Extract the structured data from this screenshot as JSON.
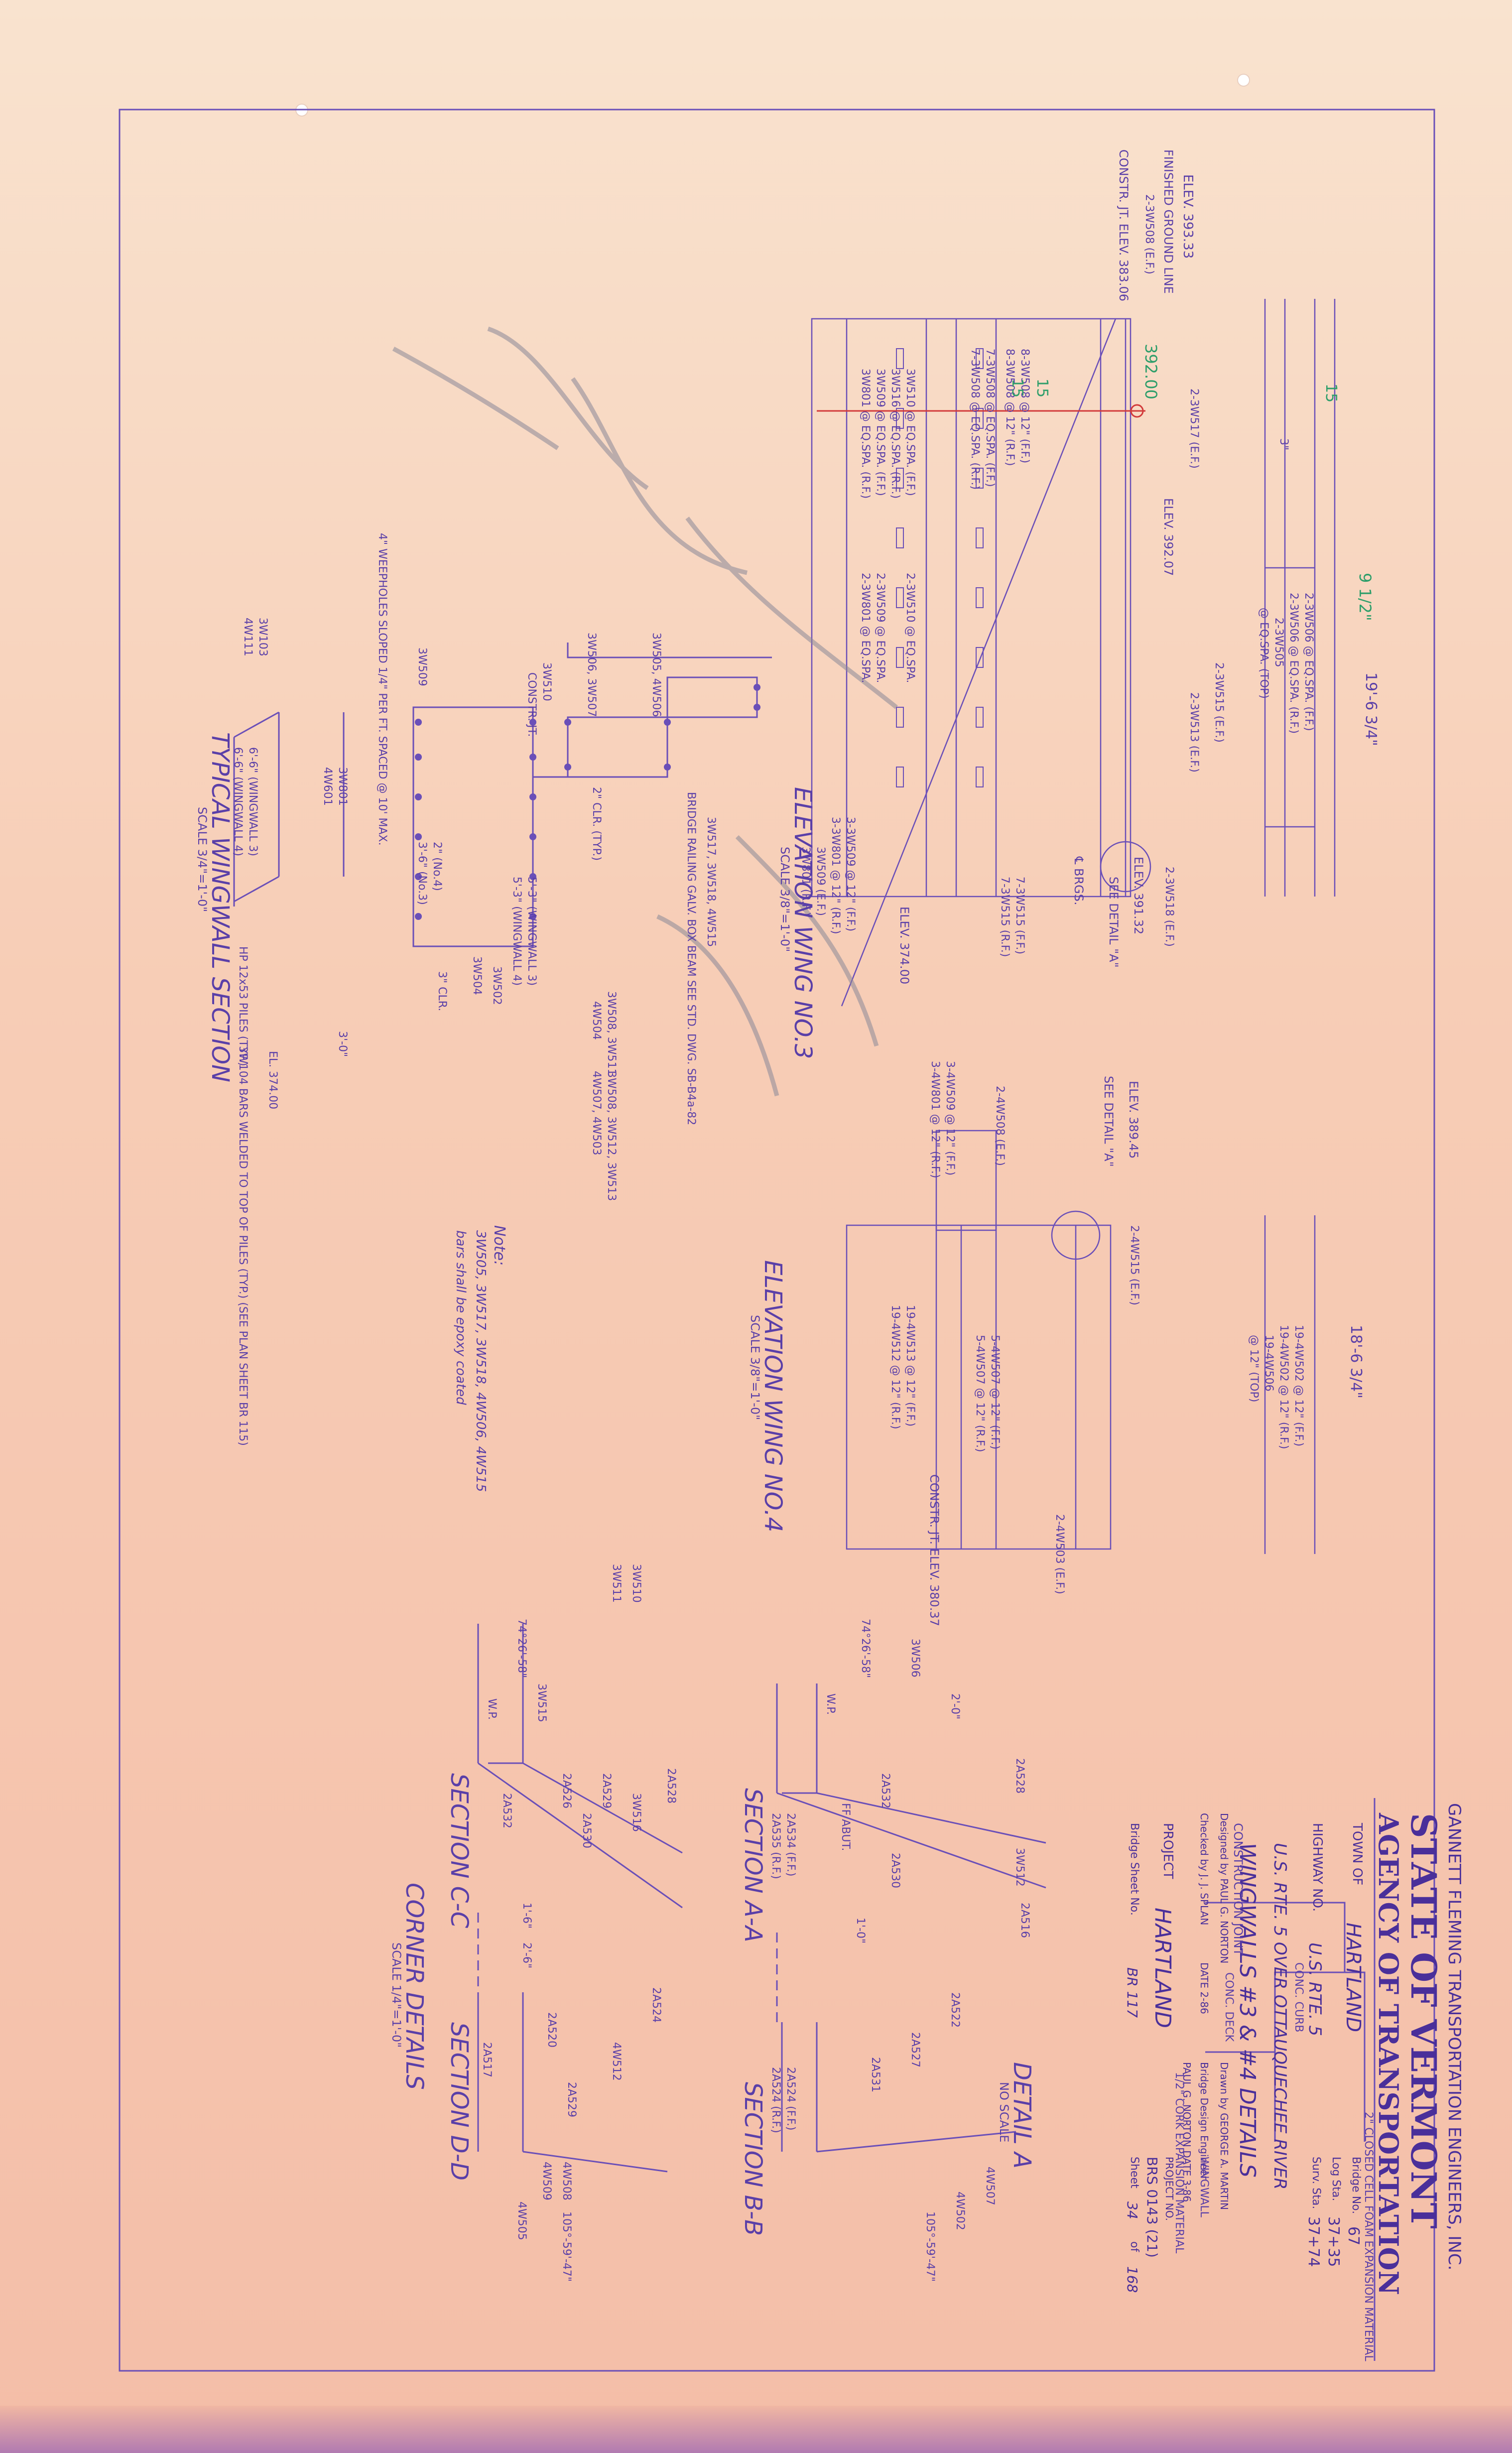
{
  "title_block": {
    "consultant": "GANNETT FLEMING TRANSPORTATION ENGINEERS, INC.",
    "agency_line1": "STATE OF VERMONT",
    "agency_line2": "AGENCY OF TRANSPORTATION",
    "town_label": "TOWN OF",
    "town": "HARTLAND",
    "bridge_no_label": "Bridge No.",
    "bridge_no": "67",
    "log_sta_label": "Log Sta.",
    "log_sta": "37+35",
    "highway_label": "HIGHWAY NO.",
    "highway": "U.S. RTE. 5",
    "survey_sta_label": "Surv. Sta.",
    "survey_sta": "37+74",
    "route_desc": "U.S. RTE. 5 OVER OTTAUQUECHEE RIVER",
    "sheet_title": "WINGWALLS #3 & #4 DETAILS",
    "designed_by": "Designed by PAUL G. NORTON",
    "drawn_by": "Drawn by GEORGE A. MARTIN",
    "checked_by": "Checked by J. J. SPLAN",
    "date_label": "DATE 2-86",
    "bridge_design_engineer": "Bridge Design Engineer",
    "checked_2": "PAUL G. NORTON DATE 3-86",
    "project_label": "PROJECT",
    "project": "HARTLAND",
    "project_no_label": "PROJECT NO.",
    "project_no": "BRS 0143 (21)",
    "bridge_sheet_label": "Bridge Sheet No.",
    "bridge_sheet": "BR 117",
    "sheet_label": "Sheet",
    "sheet": "34",
    "of_label": "of",
    "of": "168"
  },
  "views": {
    "elev3_title": "ELEVATION WING NO.3",
    "elev3_scale": "SCALE 3/8\"=1'-0\"",
    "elev4_title": "ELEVATION WING NO.4",
    "elev4_scale": "SCALE 3/8\"=1'-0\"",
    "typical_title": "TYPICAL WINGWALL SECTION",
    "typical_scale": "SCALE 3/4\"=1'-0\"",
    "section_aa": "SECTION A-A",
    "section_bb": "SECTION B-B",
    "section_cc": "SECTION C-C",
    "section_dd": "SECTION D-D",
    "corner_details": "CORNER DETAILS",
    "corner_scale": "SCALE 1/4\"=1'-0\"",
    "detail_a": "DETAIL A",
    "detail_a_scale": "NO SCALE"
  },
  "labels": {
    "elev_393_33": "ELEV. 393.33",
    "finished_ground": "FINISHED GROUND LINE",
    "constr_jt_elev_383": "CONSTR. JT. ELEV. 383.06",
    "elev_392_07": "ELEV. 392.07",
    "elev_391_32": "ELEV. 391.32",
    "elev_374_00": "ELEV. 374.00",
    "elev_389_45": "ELEV. 389.45",
    "constr_jt_elev_380": "CONSTR. JT. ELEV. 380.37",
    "dim_19_6": "19'-6 3/4\"",
    "dim_18_6": "18'-6 3/4\"",
    "see_detail_a": "SEE DETAIL \"A\"",
    "brgs": "℄ BRGS.",
    "construction_joint": "CONSTRUCTION JOINT",
    "closed_cell_foam": "2\" CLOSED CELL FOAM EXPANSION MATERIAL",
    "conc_curb": "CONC. CURB",
    "conc_deck": "CONC. DECK",
    "expansion_material": "1/2\" CORK EXPANSION MATERIAL",
    "wingwall": "WINGWALL",
    "weepholes": "4\" WEEPHOLES SLOPED 1/4\" PER FT. SPACED @ 10' MAX.",
    "bridge_railing": "BRIDGE RAILING GALV. BOX BEAM SEE STD. DWG. SB-B4a-82",
    "bars_welded": "3W104 BARS WELDED TO TOP OF PILES (TYP.) (SEE PLAN SHEET BR 115)",
    "hp_piles": "HP 12x53 PILES (TYP.)",
    "elev_374_typ": "EL. 374.00",
    "note_head": "Note:",
    "note_line1": "3W505, 3W517, 3W518, 4W506, 4W515",
    "note_line2": "bars shall be epoxy coated"
  },
  "bar_marks": {
    "e3_a": "2-3W506 @ EQ.SPA. (F.F.)",
    "e3_b": "2-3W506 @ EQ.SPA. (R.F.)",
    "e3_c": "2-3W505",
    "e3_d": "@ EQ.SPA. (TOP)",
    "e3_e": "2-3W517 (E.F.)",
    "e3_f": "2-3W508 (E.F.)",
    "e3_g": "8-3W508 @ 12\" (F.F.)",
    "e3_h": "8-3W508 @ 12\" (R.F.)",
    "e3_i": "7-3W508 @ EQ.SPA. (F.F.)",
    "e3_j": "7-3W508 @ EQ.SPA. (R.F.)",
    "e3_k": "3W510 @ EQ.SPA. (F.F.)",
    "e3_l": "3W516 @ EQ.SPA. (R.F.)",
    "e3_m": "3W509 @ EQ.SPA. (F.F.)",
    "e3_n": "3W801 @ EQ.SPA. (R.F.)",
    "e3_o": "2-3W510 @ EQ.SPA.",
    "e3_p": "2-3W509 @ EQ.SPA.",
    "e3_q": "2-3W801 @ EQ.SPA.",
    "e3_r": "3-3W509 @ 12\" (F.F.)",
    "e3_s": "3-3W801 @ 12\" (R.F.)",
    "e3_t": "3W509 (E.F.)",
    "e3_u": "3W801 (R.F.)",
    "e3_v": "2-3W513 (E.F.)",
    "e3_w": "2-3W515 (E.F.)",
    "e3_x": "2-3W518 (E.F.)",
    "e3_y": "7-3W515 (F.F.)",
    "e3_z": "7-3W515 (R.F.)",
    "e4_a": "19-4W502 @ 12\" (F.F.)",
    "e4_b": "19-4W502 @ 12\" (R.F.)",
    "e4_c": "19-4W506",
    "e4_d": "@ 12\" (TOP)",
    "e4_e": "2-4W515 (E.F.)",
    "e4_f": "2-4W508 (E.F.)",
    "e4_g": "3-4W509 @ 12\" (F.F.)",
    "e4_h": "3-4W801 @ 12\" (R.F.)",
    "e4_i": "19-4W513 @ 12\" (F.F.)",
    "e4_j": "19-4W512 @ 12\" (R.F.)",
    "e4_k": "5-4W507 @ 12\" (F.F.)",
    "e4_l": "5-4W507 @ 12\" (R.F.)",
    "e4_m": "2-4W503 (E.F.)",
    "ty_a": "3W505, 4W506",
    "ty_b": "3W506, 3W507",
    "ty_c": "3W517, 3W518, 4W515",
    "ty_d": "3W508, 3W511",
    "ty_e": "4W504",
    "ty_f": "3W508, 3W512, 3W513",
    "ty_g": "4W507, 4W503",
    "ty_h": "3W502",
    "ty_i": "3W509",
    "ty_j": "3W504",
    "ty_k": "3W103",
    "ty_l": "4W111",
    "ty_m": "3W801",
    "ty_n": "4W601",
    "ty_o": "6'-6\" (WINGWALL 3)",
    "ty_p": "6'-6\" (WINGWALL 4)",
    "ty_q": "5'-3\" (WINGWALL 3)",
    "ty_r": "5'-3\" (WINGWALL 4)",
    "ty_s": "3'-6\" (No.3)",
    "ty_t": "2\" (No.4)",
    "ty_u": "3'-0\"",
    "ty_v": "3\" CLR.",
    "ty_w": "2\" CLR. (TYP.)",
    "ty_x": "CONSTR. JT.",
    "ty_y": "3W510",
    "sa_a": "3W506",
    "sa_b": "3W512",
    "sa_c": "2A528",
    "sa_d": "2A532",
    "sa_e": "2A516",
    "sa_f": "2A534 (F.F.)",
    "sa_g": "2A535 (R.F.)",
    "sa_h": "2A530",
    "sa_i": "FF ABUT.",
    "sb_a": "2A522",
    "sb_b": "2A527",
    "sb_c": "4W507",
    "sb_d": "4W502",
    "sb_e": "2A524 (F.F.)",
    "sb_f": "2A524 (R.F.)",
    "sb_g": "2A531",
    "cc_a": "3W510",
    "cc_b": "3W511",
    "cc_c": "3W515",
    "cc_d": "3W516",
    "cc_e": "2A529",
    "cc_f": "2A530",
    "cc_g": "2A532",
    "cc_h": "2A528",
    "cc_i": "2A526",
    "dd_a": "4W512",
    "dd_b": "2A524",
    "dd_c": "2A520",
    "dd_d": "2A529",
    "dd_e": "4W508",
    "dd_f": "4W509",
    "dd_g": "4W505",
    "dd_h": "2A517",
    "wp": "W.P.",
    "ang_a": "74°26'-58\"",
    "ang_b": "105°-59'-47\"",
    "dim_2_0": "2'-0\"",
    "dim_1_0": "1'-0\"",
    "dim_1_6": "1'-6\"",
    "dim_2_6": "2'-6\"",
    "dim_3": "3\""
  },
  "handwritten": {
    "h1": "15",
    "h2": "15",
    "h3": "15",
    "h4": "392.00",
    "h5": "9 1/2\""
  }
}
